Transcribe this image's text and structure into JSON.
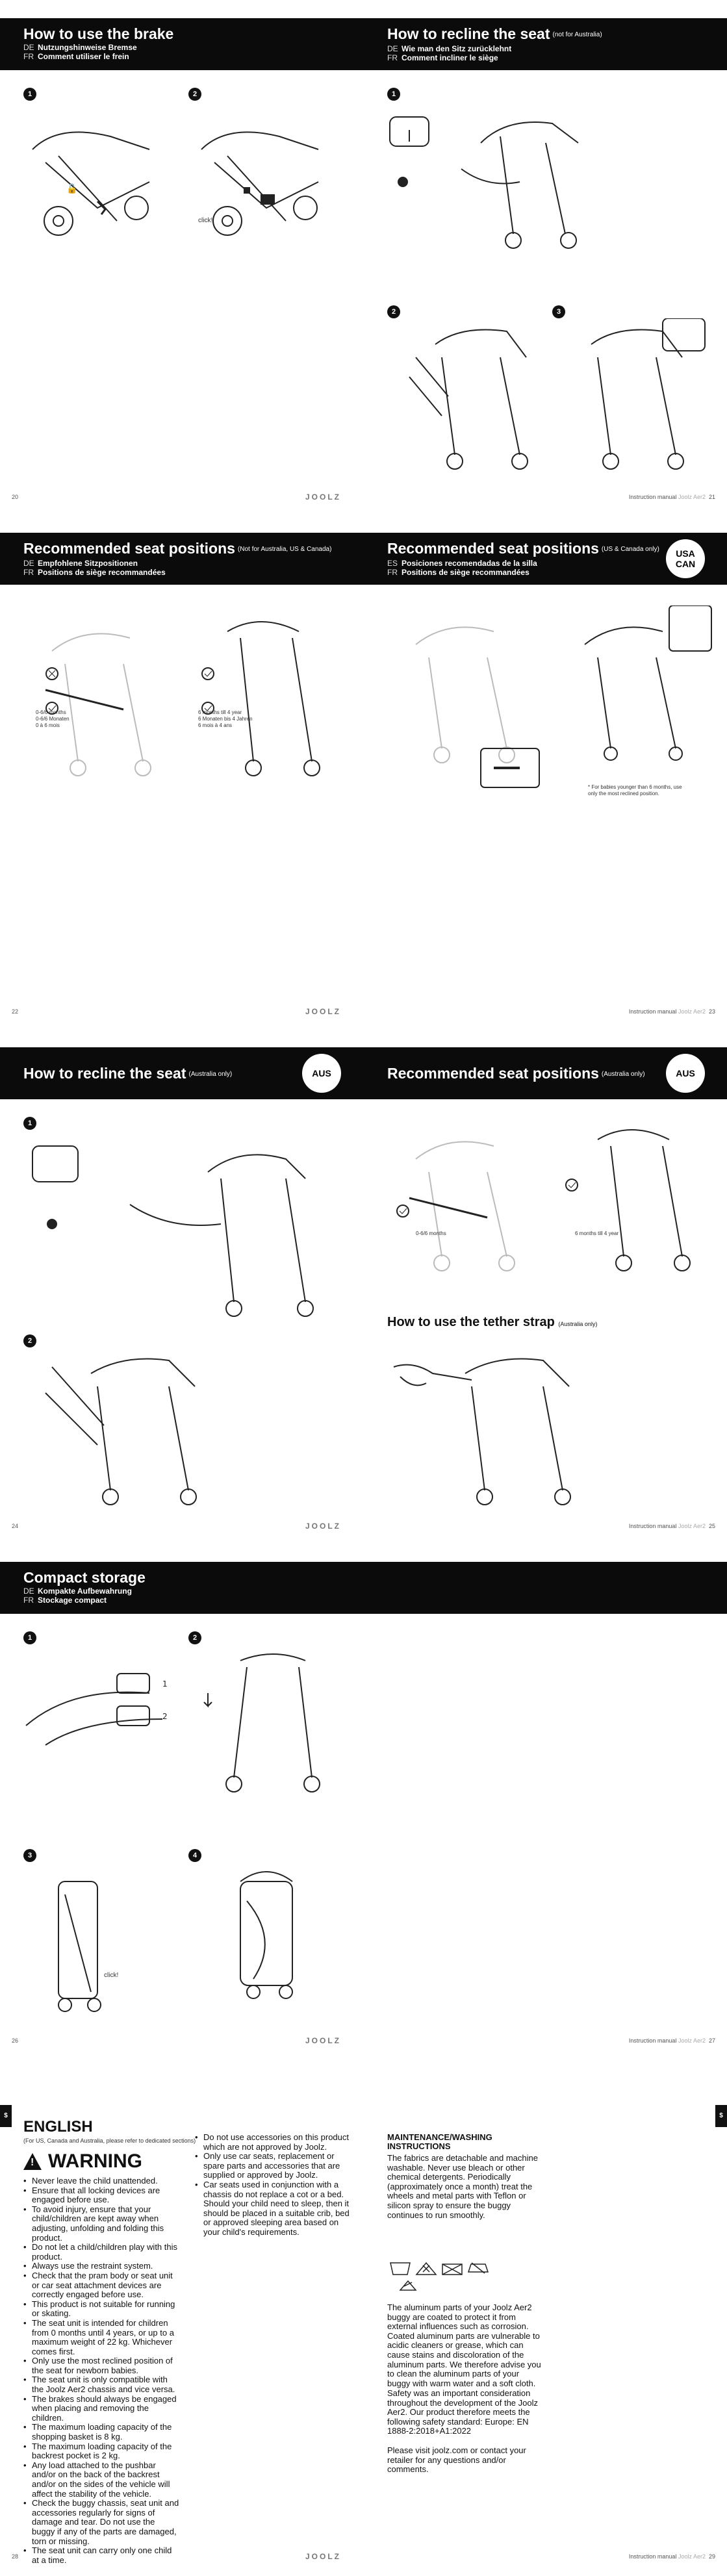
{
  "brand": "JOOLZ",
  "manual": {
    "label": "Instruction manual",
    "model": "Joolz Aer2"
  },
  "pages": {
    "p20": "20",
    "p21": "21",
    "p22": "22",
    "p23": "23",
    "p24": "24",
    "p25": "25",
    "p26": "26",
    "p27": "27",
    "p28": "28",
    "p29": "29"
  },
  "spread1": {
    "left": {
      "title": "How to use the brake",
      "de": "Nutzungshinweise Bremse",
      "fr": "Comment utiliser le frein",
      "click": "click!"
    },
    "right": {
      "title": "How to recline the seat",
      "qualifier": "(not for Australia)",
      "de": "Wie man den Sitz zurücklehnt",
      "fr": "Comment incliner le siège"
    }
  },
  "spread2": {
    "left": {
      "title": "Recommended seat positions",
      "qualifier": "(Not for Australia, US & Canada)",
      "de": "Empfohlene Sitzpositionen",
      "fr": "Positions de siège recommandées",
      "label_a": "0-6/6 months\n0-6/6 Monaten\n0 à 6 mois",
      "label_b": "6 months till 4 year\n6 Monaten bis 4 Jahren\n6 mois à 4 ans"
    },
    "right": {
      "title": "Recommended seat positions",
      "qualifier": "(US & Canada only)",
      "es": "Posiciones recomendadas de la silla",
      "fr": "Positions de siège recommandées",
      "badge_line1": "USA",
      "badge_line2": "CAN",
      "footnote": "* For babies younger than 6 months, use only the most reclined position."
    }
  },
  "spread3": {
    "left": {
      "title": "How to recline the seat",
      "qualifier": "(Australia only)",
      "badge": "AUS"
    },
    "right": {
      "title": "Recommended seat positions",
      "qualifier": "(Australia only)",
      "badge": "AUS",
      "label_a": "0-6/6 months",
      "label_b": "6 months till 4 year",
      "tether_title": "How to use the tether strap",
      "tether_qualifier": "(Australia only)"
    }
  },
  "spread4": {
    "left": {
      "title": "Compact storage",
      "de": "Kompakte Aufbewahrung",
      "fr": "Stockage compact",
      "click": "click!"
    }
  },
  "langs": {
    "de": "DE",
    "fr": "FR",
    "es": "ES"
  },
  "steps": {
    "s1": "1",
    "s2": "2",
    "s3": "3",
    "s4": "4"
  },
  "english": {
    "tab": "$",
    "title": "ENGLISH",
    "subtitle": "(For US, Canada and Australia, please refer to dedicated sections)",
    "warning": "WARNING",
    "col1": [
      "Never leave the child unattended.",
      "Ensure that all locking devices are engaged before use.",
      "To avoid injury, ensure that your child/children are kept away when adjusting, unfolding and folding this product.",
      "Do not let a child/children play with this product.",
      "Always use the restraint system.",
      "Check that the pram body or seat unit or car seat attachment devices are correctly engaged before use.",
      "This product is not suitable for running or skating.",
      "The seat unit is intended for children from 0 months until 4 years, or up to a maximum weight of 22 kg. Whichever comes first.",
      "Only use the most reclined position of the seat for newborn babies.",
      "The seat unit is only compatible with the Joolz Aer2 chassis and vice versa.",
      "The brakes should always be engaged when placing and removing the children.",
      "The maximum loading capacity of the shopping basket is 8 kg.",
      "The maximum loading capacity of the backrest pocket is 2 kg.",
      "Any load attached to the pushbar and/or on the back of the backrest and/or on the sides of the vehicle will affect the stability of the vehicle.",
      "Check the buggy chassis, seat unit and accessories regularly for signs of damage and tear. Do not use the buggy if any of the parts are damaged, torn or missing.",
      "The seat unit can carry only one child at a time."
    ],
    "col2": [
      "Do not use accessories on this product which are not approved by Joolz.",
      "Only use car seats, replacement or spare parts and accessories that are supplied or approved by Joolz.",
      "Car seats used in conjunction with a chassis do not replace a cot or a bed. Should your child need to sleep, then it should be placed in a suitable crib, bed or approved sleeping area based on your child's requirements."
    ],
    "maint_title": "MAINTENANCE/WASHING INSTRUCTIONS",
    "maint_p1": "The fabrics are detachable and machine washable. Never use bleach or other chemical detergents. Periodically (approximately once a month) treat the wheels and metal parts with Teflon or silicon spray to ensure the buggy continues to run smoothly.",
    "maint_p2": "The aluminum parts of your Joolz Aer2 buggy are coated to protect it from external influences such as corrosion. Coated aluminum parts are vulnerable to acidic cleaners or grease, which can cause stains and discoloration of the aluminum parts. We therefore advise you to clean the aluminum parts of your buggy with warm water and a soft cloth.",
    "maint_p3": "Safety was an important consideration throughout the development of the Joolz Aer2. Our product therefore meets the following safety standard: Europe: EN 1888-2:2018+A1:2022",
    "maint_p4": "Please visit joolz.com or contact your retailer for any questions and/or comments."
  }
}
